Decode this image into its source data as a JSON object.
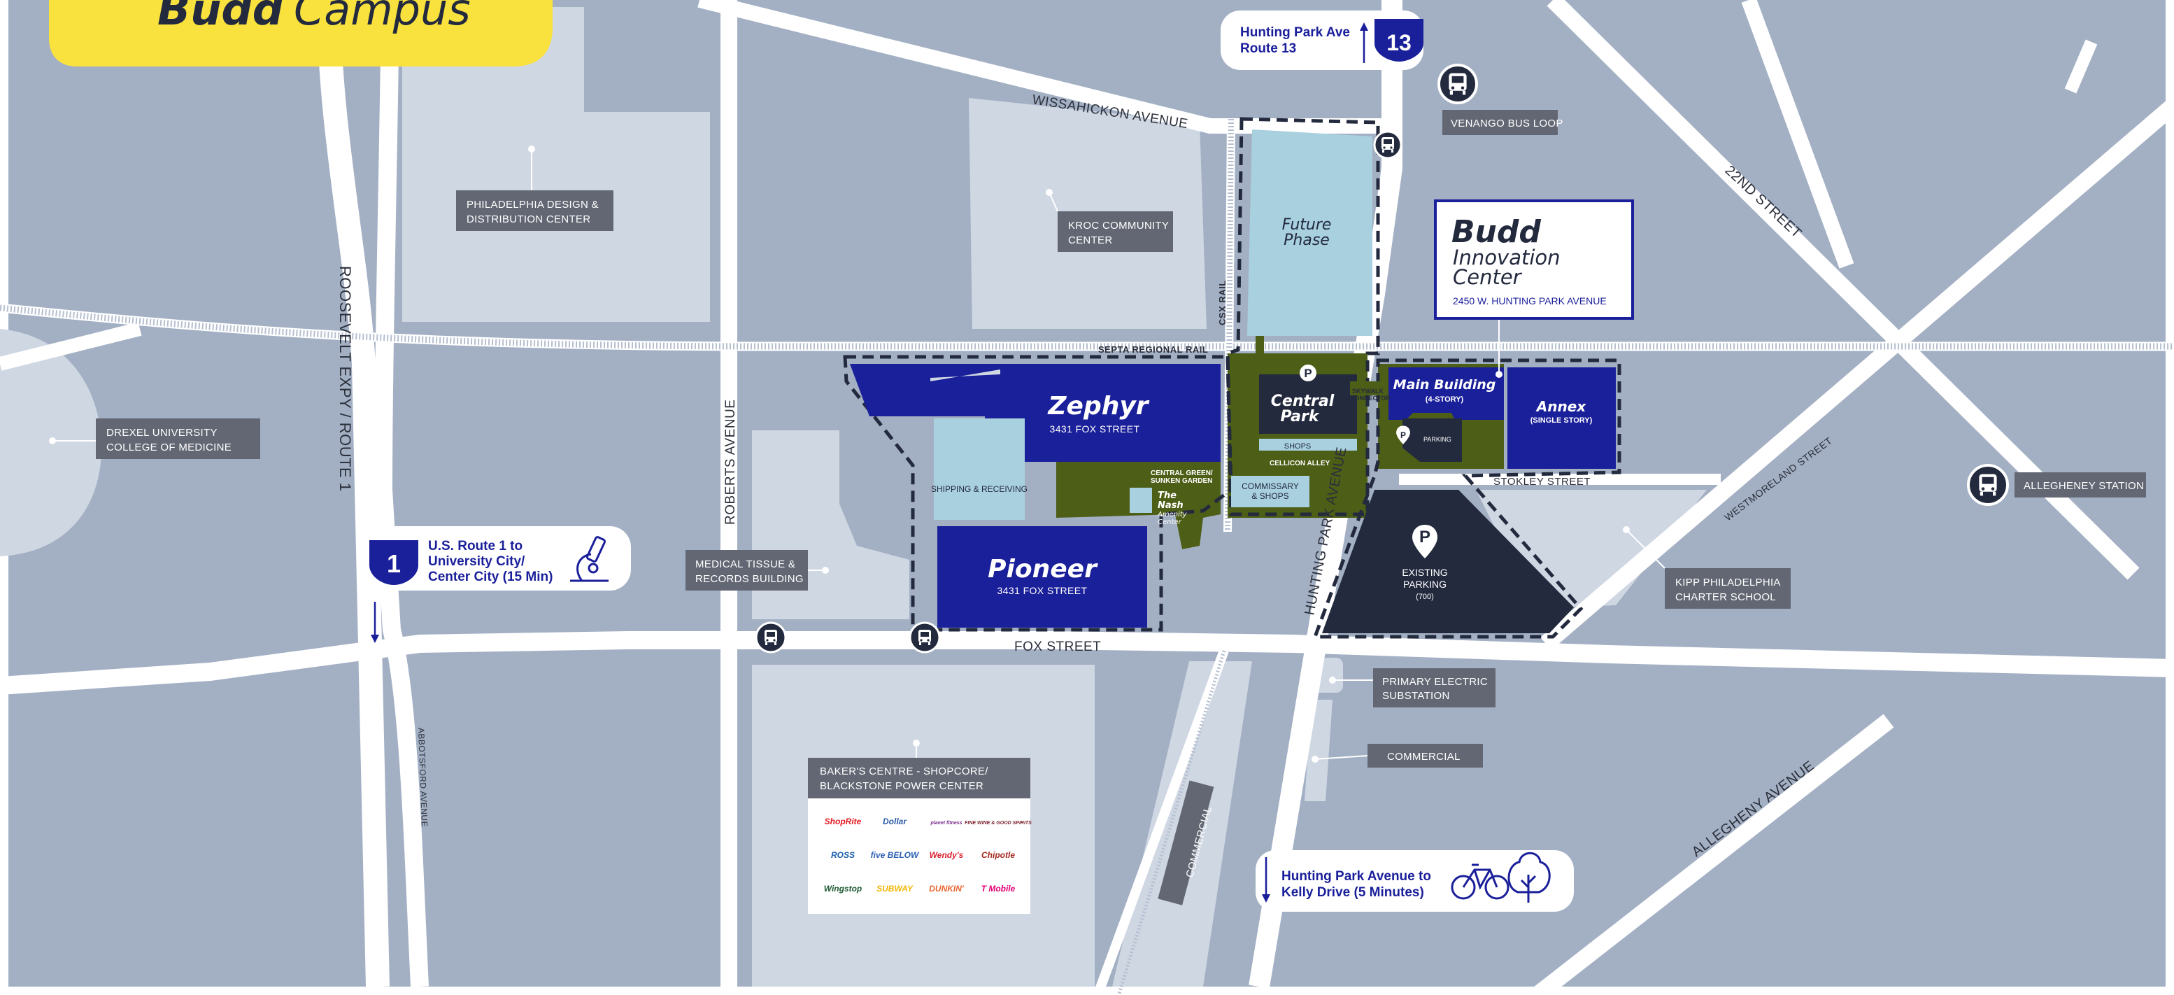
{
  "title": {
    "bold": "Budd",
    "rest": "Campus"
  },
  "streets": {
    "wissahickon": "WISSAHICKON AVENUE",
    "roosevelt": "ROOSEVELT EXPY / ROUTE 1",
    "roberts": "ROBERTS AVENUE",
    "fox": "FOX STREET",
    "hunting_park": "HUNTING PARK AVENUE",
    "stokley": "STOKLEY STREET",
    "westmoreland": "WESTMORELAND STREET",
    "allegheny": "ALLEGHENY AVENUE",
    "street22": "22ND STREET",
    "abbotsford": "ABBOTSFORD AVENUE",
    "septa": "SEPTA REGIONAL RAIL",
    "csx": "CSX RAIL"
  },
  "labels": {
    "phila_design": [
      "PHILADELPHIA DESIGN &",
      "DISTRIBUTION CENTER"
    ],
    "kroc": [
      "KROC COMMUNITY",
      "CENTER"
    ],
    "drexel": [
      "DREXEL UNIVERSITY",
      "COLLEGE OF MEDICINE"
    ],
    "medical_tissue": [
      "MEDICAL TISSUE &",
      "RECORDS BUILDING"
    ],
    "venango": "VENANGO BUS LOOP",
    "allegheny_station": "ALLEGHENEY STATION",
    "kipp": [
      "KIPP PHILADELPHIA",
      "CHARTER SCHOOL"
    ],
    "substation": [
      "PRIMARY ELECTRIC",
      "SUBSTATION"
    ],
    "commercial": "COMMERCIAL",
    "commercial_vertical": "COMMERCIAL",
    "bakers": [
      "BAKER'S CENTRE - SHOPCORE/",
      "BLACKSTONE POWER CENTER"
    ]
  },
  "buildings": {
    "zephyr": {
      "name": "Zephyr",
      "address": "3431 FOX STREET"
    },
    "pioneer": {
      "name": "Pioneer",
      "address": "3431 FOX STREET"
    },
    "future": [
      "Future",
      "Phase"
    ],
    "central_park": [
      "Central",
      "Park"
    ],
    "shops": "SHOPS",
    "cellicon": "CELLICON ALLEY",
    "commissary": [
      "COMMISSARY",
      "& SHOPS"
    ],
    "shipping": "SHIPPING & RECEIVING",
    "central_green": [
      "CENTRAL GREEN/",
      "SUNKEN GARDEN"
    ],
    "nash": [
      "The",
      "Nash",
      "Amenity",
      "Center"
    ],
    "skywalk": [
      "SKYWALK",
      "CONNECTOR"
    ],
    "main_building": {
      "name": "Main Building",
      "sub": "(4-STORY)"
    },
    "annex": {
      "name": "Annex",
      "sub": "(SINGLE STORY)"
    },
    "parking_small": "PARKING",
    "existing_parking": [
      "EXISTING",
      "PARKING",
      "(700)"
    ],
    "parking_letter": "P"
  },
  "innovation": {
    "line1": "Budd",
    "line2": "Innovation",
    "line3": "Center",
    "address": "2450 W. HUNTING PARK AVENUE"
  },
  "callouts": {
    "route13": {
      "line1": "Hunting Park Ave",
      "line2": "Route 13",
      "shield": "13"
    },
    "route1": {
      "line1": "U.S. Route 1 to",
      "line2": "University City/",
      "line3": "Center City (15 Min)",
      "shield": "1"
    },
    "kelly": {
      "line1": "Hunting Park Avenue to",
      "line2": "Kelly Drive (5 Minutes)"
    }
  },
  "retailers": [
    {
      "name": "ShopRite",
      "color": "#e21b22"
    },
    {
      "name": "Dollar",
      "color": "#2a5aa8"
    },
    {
      "name": "planet fitness",
      "color": "#7a2a8c"
    },
    {
      "name": "FINE WINE & GOOD SPIRITS",
      "color": "#7a1f2b"
    },
    {
      "name": "ROSS",
      "color": "#1b5fae"
    },
    {
      "name": "five BELOW",
      "color": "#2b5fb3"
    },
    {
      "name": "Wendy's",
      "color": "#d8202e"
    },
    {
      "name": "Chipotle",
      "color": "#a4291f"
    },
    {
      "name": "Wingstop",
      "color": "#1e5b34"
    },
    {
      "name": "SUBWAY",
      "color": "#f2b705"
    },
    {
      "name": "DUNKIN'",
      "color": "#e8652f"
    },
    {
      "name": "T Mobile",
      "color": "#e20074"
    }
  ],
  "colors": {
    "background": "#ffffff",
    "block": "#a3b0c4",
    "lot": "#cfd7e3",
    "navy": "#1a1f9a",
    "dark": "#232a3e",
    "green": "#4d5e16",
    "light_blue": "#a9d0df",
    "yellow": "#f9e23d",
    "label_bg": "#626773"
  }
}
